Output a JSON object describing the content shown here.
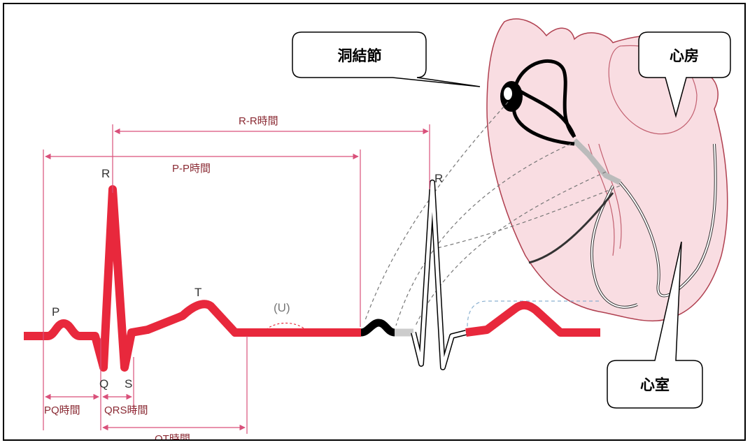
{
  "colors": {
    "ecg_red": "#e8283c",
    "heart_fill": "#f9dde2",
    "heart_outline": "#b04050",
    "interval_line": "#d9507a"
  },
  "callouts": {
    "sa_node": "洞結節",
    "atrium": "心房",
    "ventricle": "心室"
  },
  "waves": {
    "p": "P",
    "q": "Q",
    "r": "R",
    "s": "S",
    "t": "T",
    "u": "(U)",
    "r2": "R"
  },
  "intervals": {
    "rr": "R-R時間",
    "pp": "P-P時間",
    "pq": "PQ時間",
    "qrs": "QRS時間",
    "qt": "QT時間"
  }
}
